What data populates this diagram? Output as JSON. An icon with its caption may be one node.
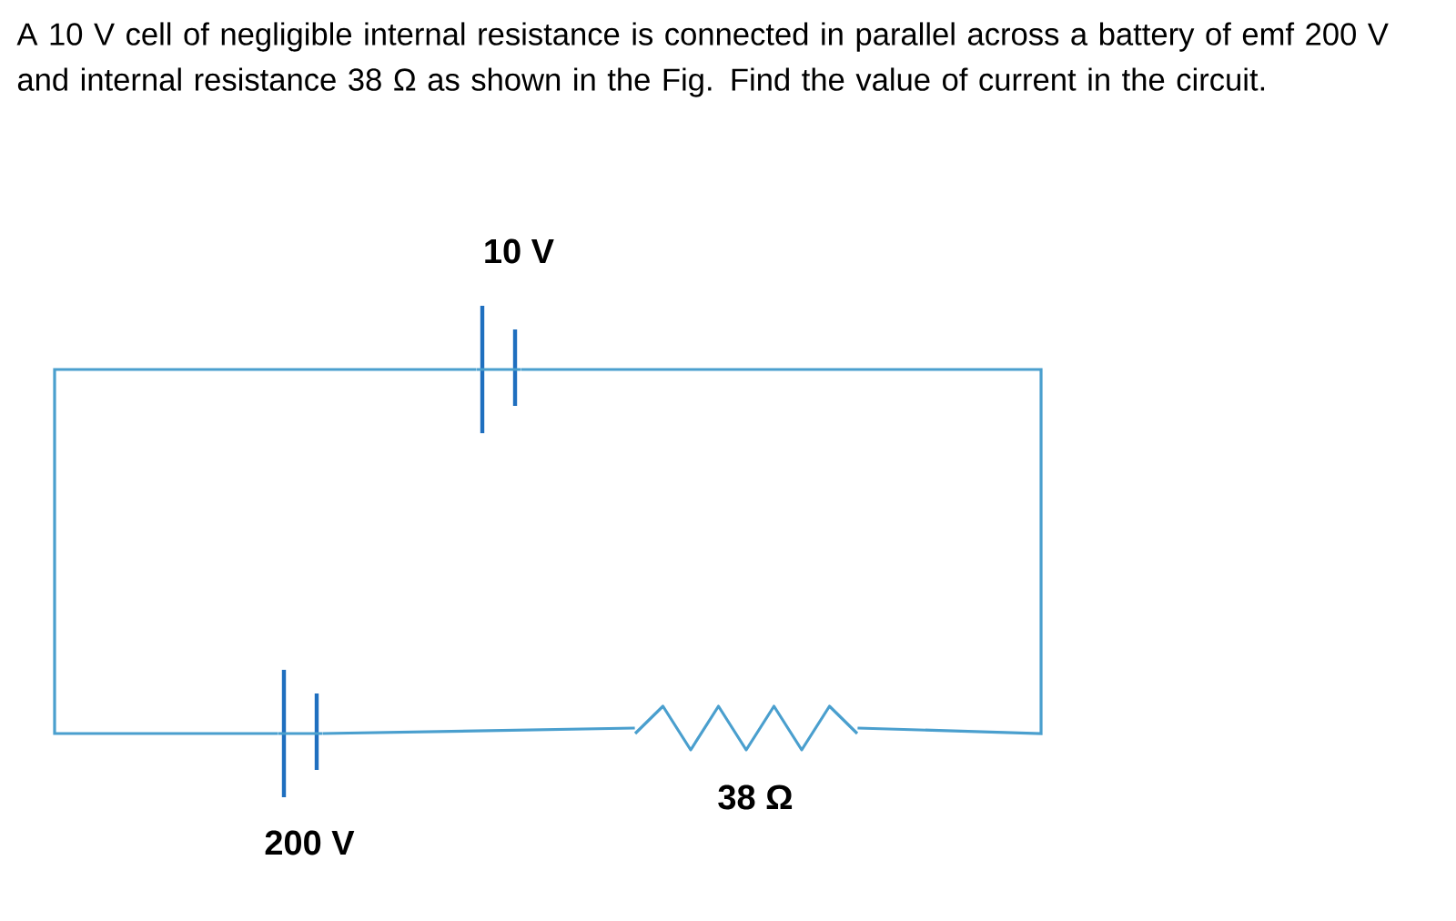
{
  "diagram": {
    "title": "A 10 V cell of negligible internal resistance is connected in parallel across a battery of emf 200 V and internal resistance 38 Ω as shown in the Fig. Find the value of current in the circuit.",
    "nodes": [
      {
        "text": [],
        "shape": "cell",
        "beside": [
          "10 V"
        ]
      },
      {
        "text": [],
        "shape": "cell",
        "beside": [
          "200 V"
        ]
      },
      {
        "text": [],
        "shape": "resistor",
        "beside": [
          "38 Ω"
        ]
      }
    ],
    "edges": [
      {
        "from": 0,
        "to": 1,
        "arrow": "none"
      },
      {
        "from": 1,
        "to": 2,
        "arrow": "none"
      },
      {
        "from": 2,
        "to": 0,
        "arrow": "none"
      }
    ]
  }
}
